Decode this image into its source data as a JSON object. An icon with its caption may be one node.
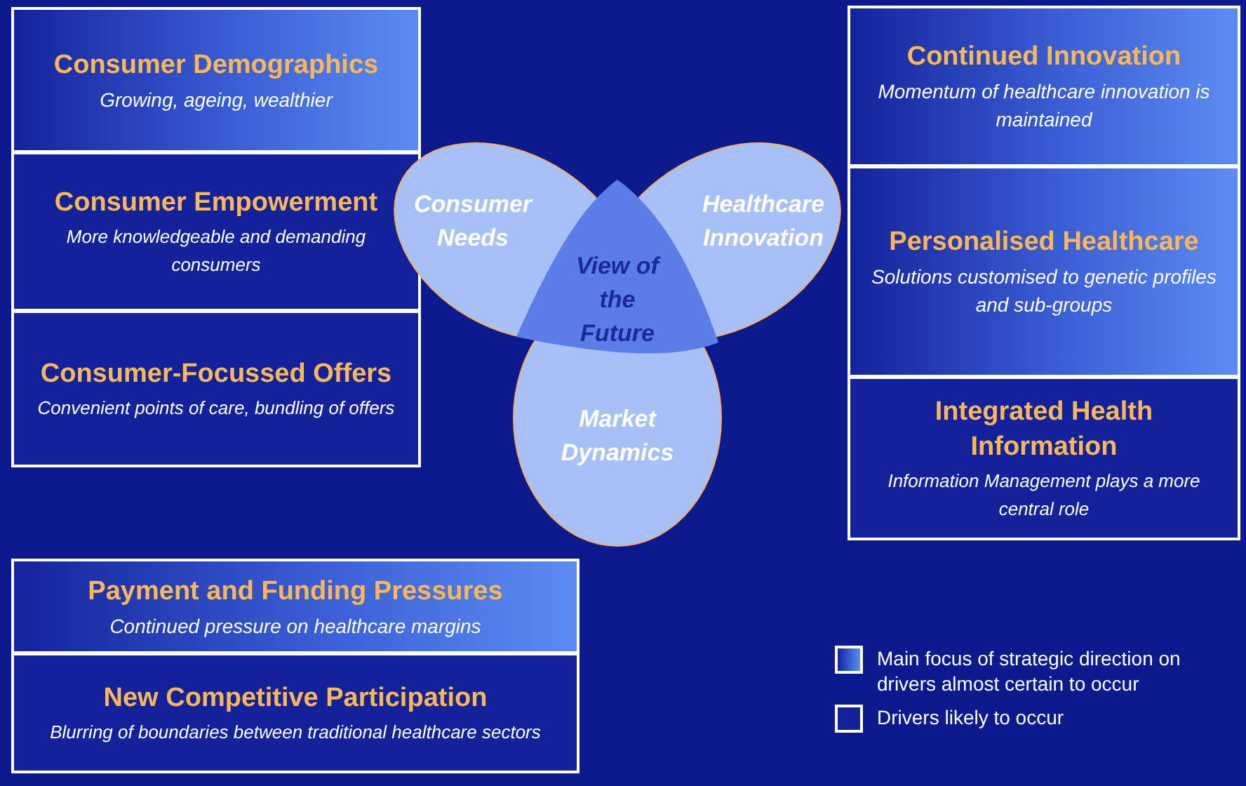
{
  "diagram": {
    "nodes": [
      {
        "text": [
          "Consumer Demographics",
          "Growing, ageing, wealthier"
        ]
      },
      {
        "text": [
          "Consumer Empowerment",
          "More knowledgeable and demanding consumers"
        ]
      },
      {
        "text": [
          "Consumer-Focussed Offers",
          "Convenient points of care, bundling of offers"
        ]
      },
      {
        "text": [
          "Consumer Needs"
        ]
      },
      {
        "text": [
          "Healthcare Innovation"
        ]
      },
      {
        "text": [
          "View of the Future"
        ]
      },
      {
        "text": [
          "Market Dynamics"
        ]
      },
      {
        "text": [
          "Continued Innovation",
          "Momentum of healthcare innovation is maintained"
        ]
      },
      {
        "text": [
          "Personalised Healthcare",
          "Solutions customised to genetic profiles and sub-groups"
        ]
      },
      {
        "text": [
          "Integrated Health Information",
          "Information Management plays a more central role"
        ]
      },
      {
        "text": [
          "Payment and Funding Pressures",
          "Continued pressure on healthcare margins"
        ]
      },
      {
        "text": [
          "New Competitive Participation",
          "Blurring of boundaries between traditional healthcare sectors"
        ]
      }
    ],
    "edges": [],
    "legend": [
      {
        "text": "Main focus of strategic direction on drivers almost certain to occur"
      },
      {
        "text": "Drivers likely to occur"
      }
    ]
  }
}
